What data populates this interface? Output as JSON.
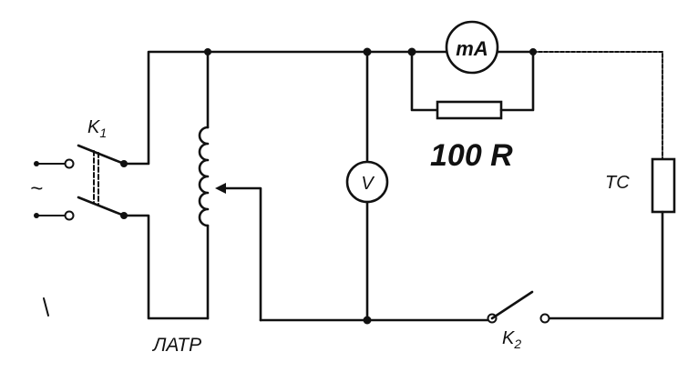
{
  "labels": {
    "switch_k1": "K",
    "switch_k1_sub": "1",
    "switch_k2": "K",
    "switch_k2_sub": "2",
    "ac_symbol": "~",
    "autotransformer": "ЛАТР",
    "voltmeter": "V",
    "milliammeter": "mA",
    "resistor_value": "100 R",
    "heater": "TC"
  }
}
